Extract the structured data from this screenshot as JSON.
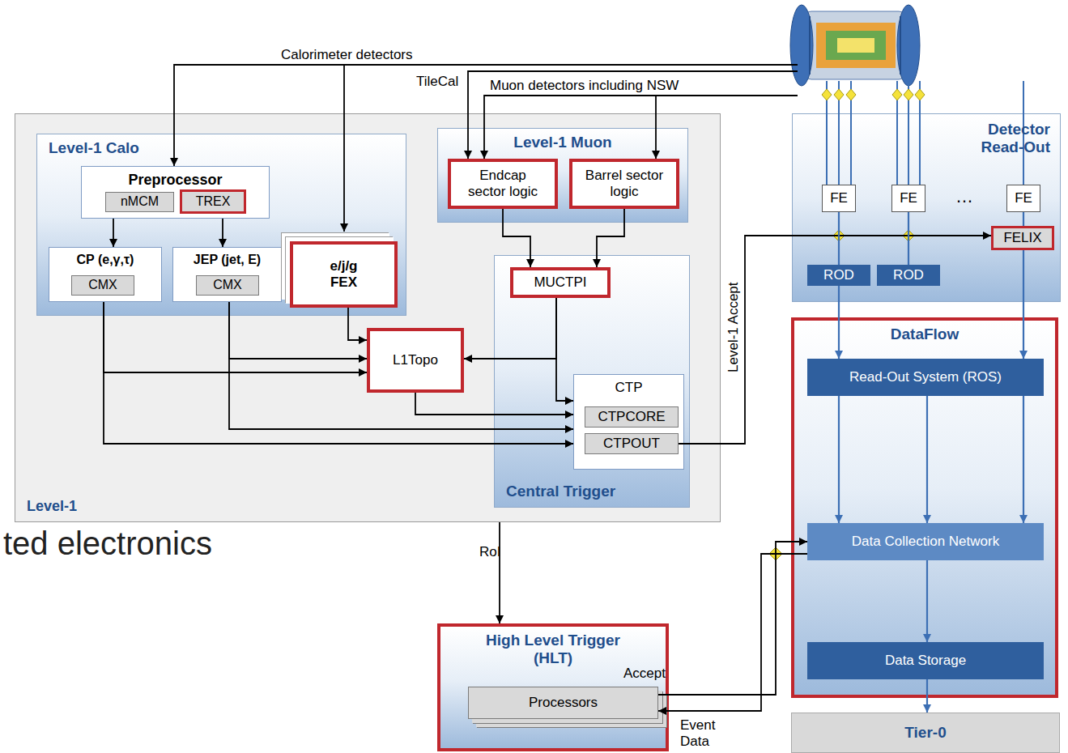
{
  "diagram": {
    "nodes": [
      {
        "text": [
          "Level-1"
        ]
      },
      {
        "text": [
          "Level-1 Calo"
        ],
        "in": 0
      },
      {
        "text": [
          "Preprocessor"
        ],
        "in": 1
      },
      {
        "text": [
          "nMCM"
        ],
        "in": 2
      },
      {
        "text": [
          "TREX"
        ],
        "in": 2
      },
      {
        "text": [
          "CP (e,γ,τ)"
        ],
        "in": 1
      },
      {
        "text": [
          "CMX"
        ],
        "in": 5
      },
      {
        "text": [
          "JEP (jet, E)"
        ],
        "in": 1
      },
      {
        "text": [
          "CMX"
        ],
        "in": 7
      },
      {
        "text": [
          "e/j/g FEX"
        ],
        "in": 1
      },
      {
        "text": [
          "Level-1 Muon"
        ],
        "in": 0
      },
      {
        "text": [
          "Endcap sector logic"
        ],
        "in": 10
      },
      {
        "text": [
          "Barrel sector logic"
        ],
        "in": 10
      },
      {
        "text": [
          "Central Trigger"
        ],
        "in": 0
      },
      {
        "text": [
          "MUCTPI"
        ],
        "in": 13
      },
      {
        "text": [
          "CTP"
        ],
        "in": 13
      },
      {
        "text": [
          "CTPCORE"
        ],
        "in": 15
      },
      {
        "text": [
          "CTPOUT"
        ],
        "in": 15
      },
      {
        "text": [
          "L1Topo"
        ],
        "in": 0
      },
      {
        "text": [
          "Detector Read-Out"
        ]
      },
      {
        "text": [
          "FE"
        ],
        "in": 19
      },
      {
        "text": [
          "FE"
        ],
        "in": 19
      },
      {
        "text": [
          "FE"
        ],
        "in": 19
      },
      {
        "text": [
          "FELIX"
        ],
        "in": 19
      },
      {
        "text": [
          "ROD"
        ],
        "in": 19
      },
      {
        "text": [
          "ROD"
        ],
        "in": 19
      },
      {
        "text": [
          "DataFlow"
        ]
      },
      {
        "text": [
          "Read-Out System (ROS)"
        ],
        "in": 26
      },
      {
        "text": [
          "Data Collection Network"
        ],
        "in": 26
      },
      {
        "text": [
          "Data Storage"
        ],
        "in": 26
      },
      {
        "text": [
          "High Level Trigger (HLT)"
        ]
      },
      {
        "text": [
          "Processors"
        ],
        "in": 30
      },
      {
        "text": [
          "Tier-0"
        ]
      }
    ],
    "edges": [
      {
        "from": 2,
        "to": 5,
        "arrow": "to"
      },
      {
        "from": 2,
        "to": 7,
        "arrow": "to"
      },
      {
        "from": 9,
        "to": 18,
        "arrow": "to"
      },
      {
        "from": 5,
        "to": 18,
        "arrow": "to"
      },
      {
        "from": 7,
        "to": 18,
        "arrow": "to"
      },
      {
        "from": 5,
        "to": 15,
        "arrow": "to"
      },
      {
        "from": 7,
        "to": 15,
        "arrow": "to"
      },
      {
        "from": 18,
        "to": 15,
        "arrow": "to"
      },
      {
        "from": 14,
        "to": 18,
        "arrow": "to"
      },
      {
        "from": 14,
        "to": 15,
        "arrow": "to"
      },
      {
        "from": 11,
        "to": 14,
        "arrow": "to"
      },
      {
        "from": 12,
        "to": 14,
        "arrow": "to"
      },
      {
        "from": 17,
        "to": 23,
        "arrow": "to"
      },
      {
        "from": 20,
        "to": 24,
        "arrow": "none"
      },
      {
        "from": 21,
        "to": 25,
        "arrow": "none"
      },
      {
        "from": 22,
        "to": 23,
        "arrow": "none"
      },
      {
        "from": 24,
        "to": 27,
        "arrow": "to"
      },
      {
        "from": 23,
        "to": 27,
        "arrow": "to"
      },
      {
        "from": 27,
        "to": 28,
        "arrow": "to"
      },
      {
        "from": 27,
        "to": 28,
        "arrow": "to"
      },
      {
        "from": 27,
        "to": 28,
        "arrow": "to"
      },
      {
        "from": 28,
        "to": 29,
        "arrow": "to"
      },
      {
        "from": 29,
        "to": 32,
        "arrow": "to"
      },
      {
        "from": 0,
        "to": 30,
        "arrow": "to"
      },
      {
        "from": 31,
        "to": 28,
        "arrow": "to"
      },
      {
        "from": 28,
        "to": 31,
        "arrow": "to"
      }
    ],
    "labels": [
      "Calorimeter detectors",
      "TileCal",
      "Muon detectors including NSW",
      "Level-1 Accept",
      "RoI",
      "Accept",
      "Event Data",
      "…",
      "ted electronics"
    ]
  }
}
